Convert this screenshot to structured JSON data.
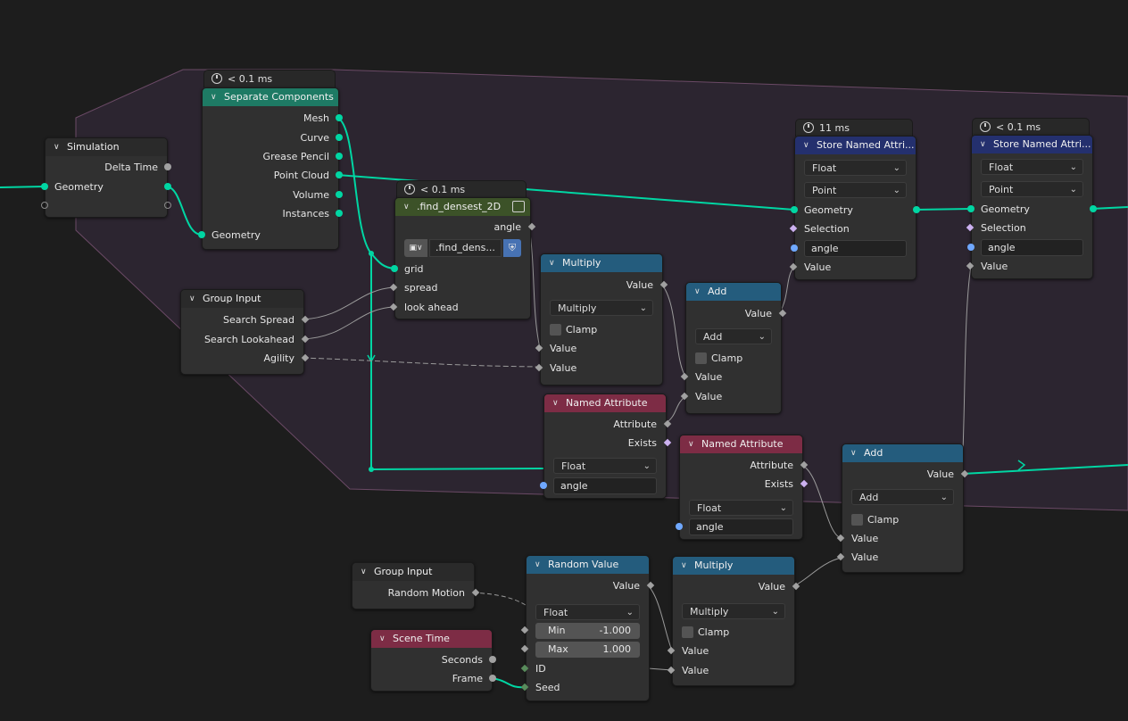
{
  "colors": {
    "background": "#1d1d1d",
    "frame": "#2c2530",
    "wire_geometry": "#00d6a3",
    "wire_float": "#a1a1a1",
    "header_geometry": "#1e7a64",
    "header_math": "#245c7d",
    "header_attribute": "#7d2c45",
    "header_store": "#24306e"
  },
  "timers": {
    "separate": "< 0.1 ms",
    "find": "< 0.1 ms",
    "store1": "11 ms",
    "store2": "< 0.1 ms"
  },
  "simulation": {
    "title": "Simulation",
    "delta_time": "Delta Time",
    "geometry": "Geometry"
  },
  "separate": {
    "title": "Separate Components",
    "mesh": "Mesh",
    "curve": "Curve",
    "grease_pencil": "Grease Pencil",
    "point_cloud": "Point Cloud",
    "volume": "Volume",
    "instances": "Instances",
    "geometry_in": "Geometry"
  },
  "find": {
    "title": ".find_densest_2D",
    "angle": "angle",
    "group_name": ".find_dens...",
    "grid": "grid",
    "spread": "spread",
    "look_ahead": "look ahead"
  },
  "group_input1": {
    "title": "Group Input",
    "search_spread": "Search Spread",
    "search_lookahead": "Search Lookahead",
    "agility": "Agility"
  },
  "multiply1": {
    "title": "Multiply",
    "value_out": "Value",
    "operation": "Multiply",
    "clamp": "Clamp",
    "value_a": "Value",
    "value_b": "Value"
  },
  "add1": {
    "title": "Add",
    "value_out": "Value",
    "operation": "Add",
    "clamp": "Clamp",
    "value_a": "Value",
    "value_b": "Value"
  },
  "store1": {
    "title": "Store Named Attri...",
    "type": "Float",
    "domain": "Point",
    "geometry": "Geometry",
    "selection": "Selection",
    "name": "angle",
    "value": "Value"
  },
  "store2": {
    "title": "Store Named Attri...",
    "type": "Float",
    "domain": "Point",
    "geometry": "Geometry",
    "selection": "Selection",
    "name": "angle",
    "value": "Value"
  },
  "named1": {
    "title": "Named Attribute",
    "attribute": "Attribute",
    "exists": "Exists",
    "type": "Float",
    "name": "angle"
  },
  "named2": {
    "title": "Named Attribute",
    "attribute": "Attribute",
    "exists": "Exists",
    "type": "Float",
    "name": "angle"
  },
  "add2": {
    "title": "Add",
    "value_out": "Value",
    "operation": "Add",
    "clamp": "Clamp",
    "value_a": "Value",
    "value_b": "Value"
  },
  "group_input2": {
    "title": "Group Input",
    "random_motion": "Random Motion"
  },
  "random": {
    "title": "Random Value",
    "value_out": "Value",
    "type": "Float",
    "min_label": "Min",
    "min_value": "-1.000",
    "max_label": "Max",
    "max_value": "1.000",
    "id": "ID",
    "seed": "Seed"
  },
  "multiply2": {
    "title": "Multiply",
    "value_out": "Value",
    "operation": "Multiply",
    "clamp": "Clamp",
    "value_a": "Value",
    "value_b": "Value"
  },
  "scene_time": {
    "title": "Scene Time",
    "seconds": "Seconds",
    "frame": "Frame"
  }
}
